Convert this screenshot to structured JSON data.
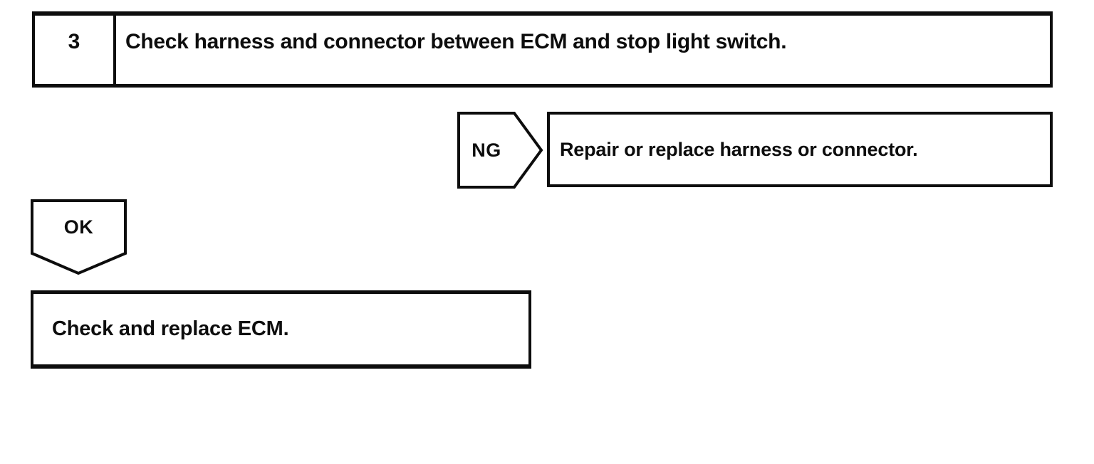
{
  "colors": {
    "ink": "#0d0d0d",
    "paper": "#ffffff"
  },
  "flowchart": {
    "step": {
      "number": "3",
      "instruction": "Check harness and connector between ECM and stop light switch."
    },
    "ng": {
      "label": "NG",
      "action": "Repair or replace harness or connector."
    },
    "ok": {
      "label": "OK",
      "action": "Check and replace ECM."
    }
  }
}
